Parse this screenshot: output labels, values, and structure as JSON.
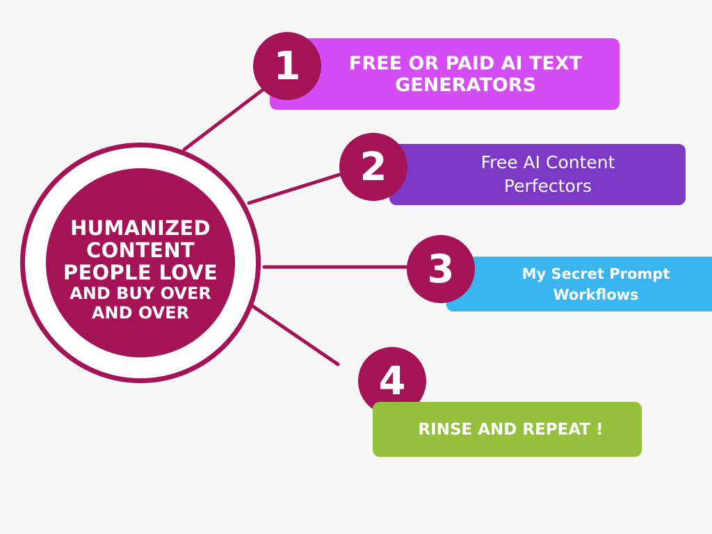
{
  "colors": {
    "background": "#f7f7f7",
    "hub": "#a31356",
    "ring": "#a31356",
    "connector": "#a31356",
    "step1": "#d44cf3",
    "step2": "#7b39c6",
    "step3": "#3ab5ef",
    "step4": "#94c03c"
  },
  "hub": {
    "lines": [
      "HUMANIZED",
      "CONTENT",
      "PEOPLE LOVE",
      "AND BUY OVER",
      "AND OVER"
    ]
  },
  "steps": [
    {
      "number": "1",
      "lines": [
        "FREE OR PAID AI TEXT",
        "GENERATORS"
      ]
    },
    {
      "number": "2",
      "lines": [
        "Free AI Content",
        "Perfectors"
      ]
    },
    {
      "number": "3",
      "lines": [
        "My Secret Prompt",
        "Workflows"
      ]
    },
    {
      "number": "4",
      "lines": [
        "RINSE AND REPEAT !"
      ]
    }
  ]
}
